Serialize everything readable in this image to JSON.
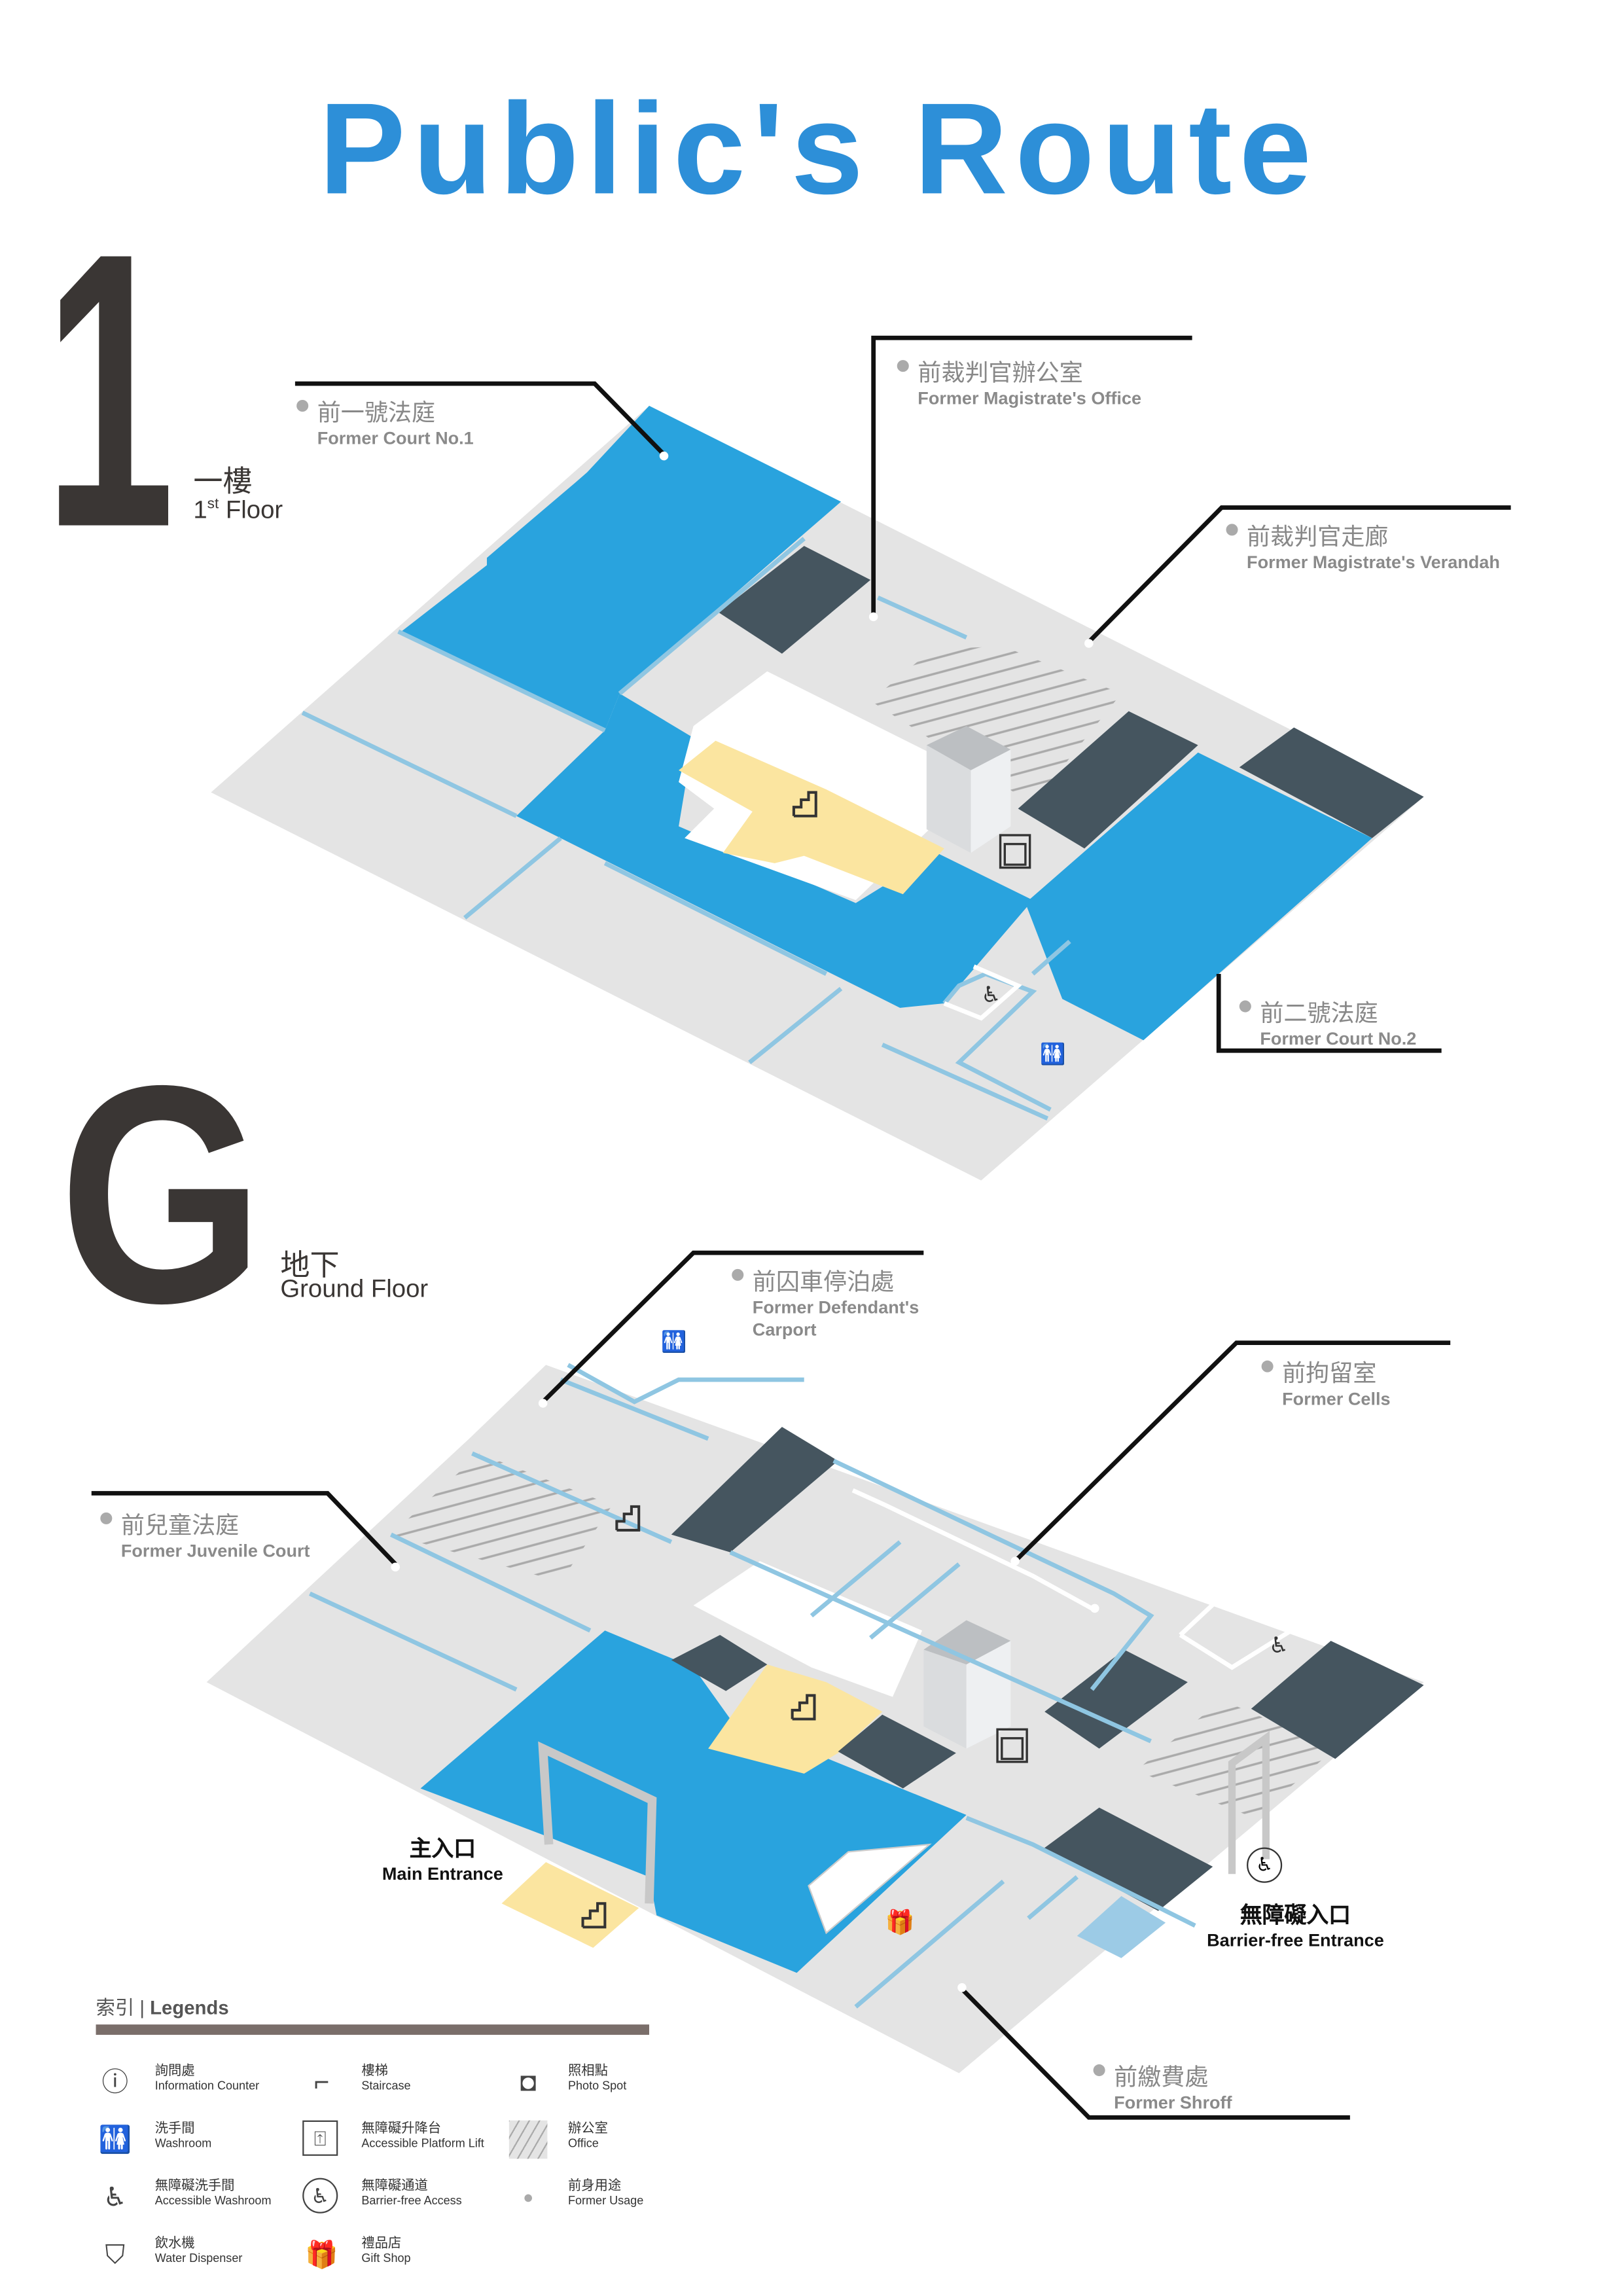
{
  "title": "Public's Route",
  "colors": {
    "route": "#29a3de",
    "slab": "#e4e4e4",
    "dark": "#45555f",
    "stairs": "#fbe5a0",
    "title": "#2d8fd8",
    "legend_bar": "#7a6e6a"
  },
  "floors": {
    "first": {
      "number": "1",
      "zh": "一樓",
      "en_prefix": "1",
      "en_sup": "st",
      "en_suffix": " Floor",
      "labels": [
        {
          "zh": "前一號法庭",
          "en": "Former Court No.1"
        },
        {
          "zh": "前裁判官辦公室",
          "en": "Former Magistrate's Office"
        },
        {
          "zh": "前裁判官走廊",
          "en": "Former Magistrate's Verandah"
        },
        {
          "zh": "前二號法庭",
          "en": "Former Court No.2"
        }
      ]
    },
    "ground": {
      "letter": "G",
      "zh": "地下",
      "en": "Ground Floor",
      "labels": [
        {
          "zh": "前囚車停泊處",
          "en": "Former Defendant's Carport"
        },
        {
          "zh": "前拘留室",
          "en": "Former Cells"
        },
        {
          "zh": "前兒童法庭",
          "en": "Former Juvenile Court"
        },
        {
          "zh": "前繳費處",
          "en": "Former Shroff"
        }
      ],
      "entrances": [
        {
          "zh": "主入口",
          "en": "Main Entrance"
        },
        {
          "zh": "無障礙入口",
          "en": "Barrier-free Entrance"
        }
      ]
    }
  },
  "legend": {
    "title_zh": "索引",
    "title_en": "Legends",
    "items": [
      {
        "icon": "info-icon",
        "zh": "詢問處",
        "en": "Information Counter"
      },
      {
        "icon": "staircase-icon",
        "zh": "樓梯",
        "en": "Staircase"
      },
      {
        "icon": "camera-icon",
        "zh": "照相點",
        "en": "Photo Spot"
      },
      {
        "icon": "washroom-icon",
        "zh": "洗手間",
        "en": "Washroom"
      },
      {
        "icon": "platform-lift-icon",
        "zh": "無障礙升降台",
        "en": "Accessible Platform Lift"
      },
      {
        "icon": "office-hatch-icon",
        "zh": "辦公室",
        "en": "Office"
      },
      {
        "icon": "accessible-washroom-icon",
        "zh": "無障礙洗手間",
        "en": "Accessible Washroom"
      },
      {
        "icon": "barrier-free-icon",
        "zh": "無障礙通道",
        "en": "Barrier-free Access"
      },
      {
        "icon": "dot-icon",
        "zh": "前身用途",
        "en": "Former Usage"
      },
      {
        "icon": "water-icon",
        "zh": "飲水機",
        "en": "Water Dispenser"
      },
      {
        "icon": "gift-icon",
        "zh": "禮品店",
        "en": "Gift Shop"
      }
    ]
  },
  "glyphs": {
    "stairs": "⌐",
    "wheelchair": "♿",
    "washroom": "🚻",
    "gift": "🎁",
    "info": "i",
    "camera": "📷",
    "water": "💧"
  }
}
